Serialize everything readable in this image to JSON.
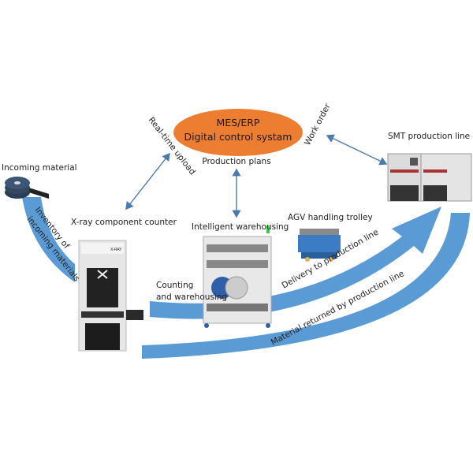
{
  "colors": {
    "mes_ellipse": "#ed7d31",
    "flow_band": "#5b9bd5",
    "connector_arrow": "#4a7ab0"
  },
  "mes": {
    "line1": "MES/ERP",
    "line2": "Digital control systam"
  },
  "labels": {
    "real_time_upload": "Real-time upload",
    "work_order": "Work order",
    "production_plans": "Production plans",
    "smt_line": "SMT production line",
    "incoming_material": "Incoming material",
    "xray_counter": "X-ray component counter",
    "intelligent_warehousing": "Intelligent warehousing",
    "agv_trolley": "AGV handling trolley",
    "counting_line1": "Counting",
    "counting_line2": "and warehousing",
    "delivery": "Delivery to production line",
    "returned": "Material returned by production line",
    "inventory_line1": "Inventory of",
    "inventory_line2": "incoming materials"
  },
  "machine_text": {
    "xray_brand": "X-RAY"
  }
}
